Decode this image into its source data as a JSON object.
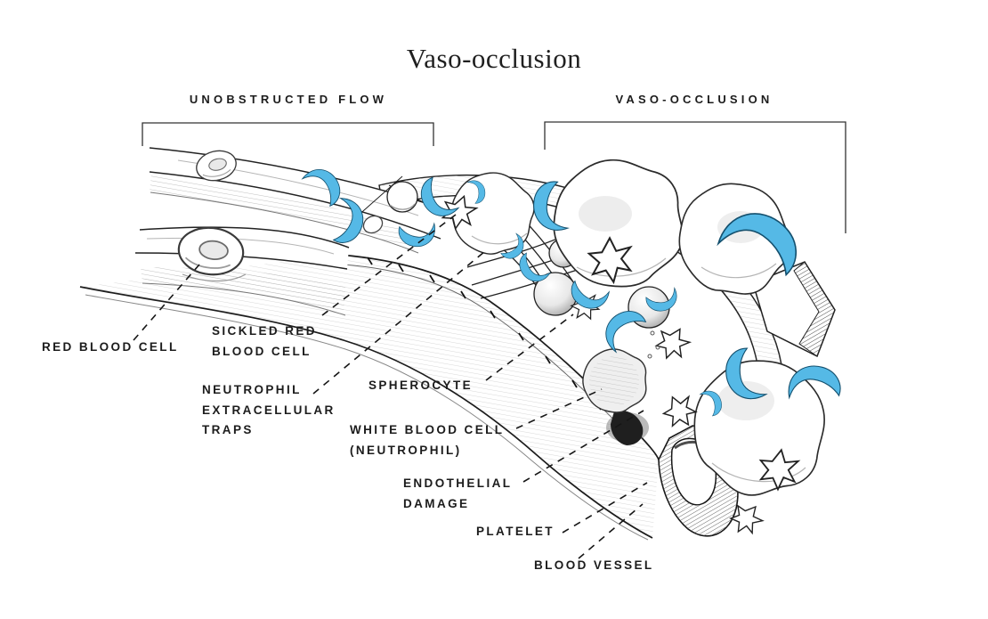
{
  "title": "Vaso-occlusion",
  "sections": {
    "left": "UNOBSTRUCTED FLOW",
    "right": "VASO-OCCLUSION"
  },
  "labels": {
    "red_blood_cell": "RED BLOOD CELL",
    "sickled_red_blood_cell": "SICKLED RED\nBLOOD CELL",
    "neutrophil_extracellular_traps": "NEUTROPHIL\nEXTRACELLULAR\nTRAPS",
    "spherocyte": "SPHEROCYTE",
    "white_blood_cell": "WHITE BLOOD CELL\n(NEUTROPHIL)",
    "endothelial_damage": "ENDOTHELIAL\nDAMAGE",
    "platelet": "PLATELET",
    "blood_vessel": "BLOOD VESSEL"
  },
  "colors": {
    "sickle_cell_blue": "#55B9E6",
    "line_ink": "#1a1a1a"
  }
}
